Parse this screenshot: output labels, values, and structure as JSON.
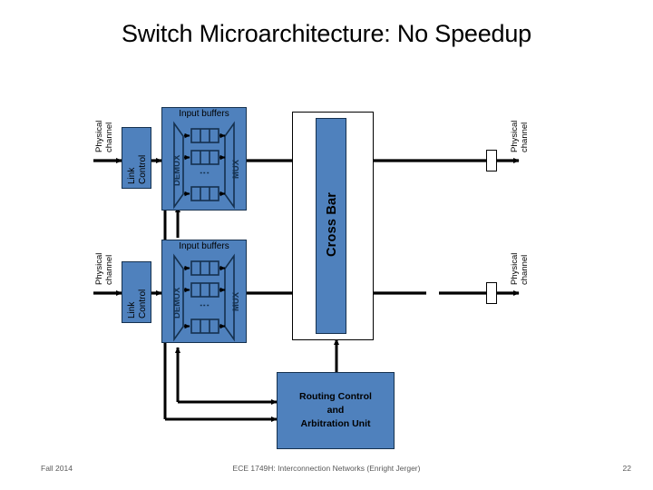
{
  "slide": {
    "title": "Switch Microarchitecture: No Speedup"
  },
  "colors": {
    "block_fill": "#4F81BD",
    "block_stroke": "#15314F",
    "line": "#000000",
    "background": "#FFFFFF",
    "footer_text": "#595959"
  },
  "diagram": {
    "type": "block-diagram",
    "input_ports": [
      {
        "id": "port-0",
        "physical_channel_label": "Physical\nchannel",
        "physical_channel_line1": "Physical",
        "physical_channel_line2": "channel",
        "link_control_label": "Link\nControl",
        "link_control_line1": "Link",
        "link_control_line2": "Control",
        "input_buffers": {
          "caption": "Input buffers",
          "demux_label": "DEMUX",
          "mux_label": "MUX",
          "buffer_rows": 3,
          "cells_per_buffer": 3,
          "ellipsis": "⋮"
        }
      },
      {
        "id": "port-1",
        "physical_channel_label": "Physical\nchannel",
        "physical_channel_line1": "Physical",
        "physical_channel_line2": "channel",
        "link_control_label": "Link\nControl",
        "link_control_line1": "Link",
        "link_control_line2": "Control",
        "input_buffers": {
          "caption": "Input buffers",
          "demux_label": "DEMUX",
          "mux_label": "MUX",
          "buffer_rows": 3,
          "cells_per_buffer": 3,
          "ellipsis": "⋮"
        }
      }
    ],
    "crossbar": {
      "label": "Cross Bar"
    },
    "routing_unit": {
      "line1": "Routing Control",
      "line2": "and",
      "line3": "Arbitration Unit"
    },
    "output_ports": [
      {
        "id": "out-0",
        "physical_channel_line1": "Physical",
        "physical_channel_line2": "channel"
      },
      {
        "id": "out-1",
        "physical_channel_line1": "Physical",
        "physical_channel_line2": "channel"
      }
    ]
  },
  "footer": {
    "left": "Fall 2014",
    "center": "ECE 1749H: Interconnection Networks (Enright Jerger)",
    "page": "22"
  }
}
